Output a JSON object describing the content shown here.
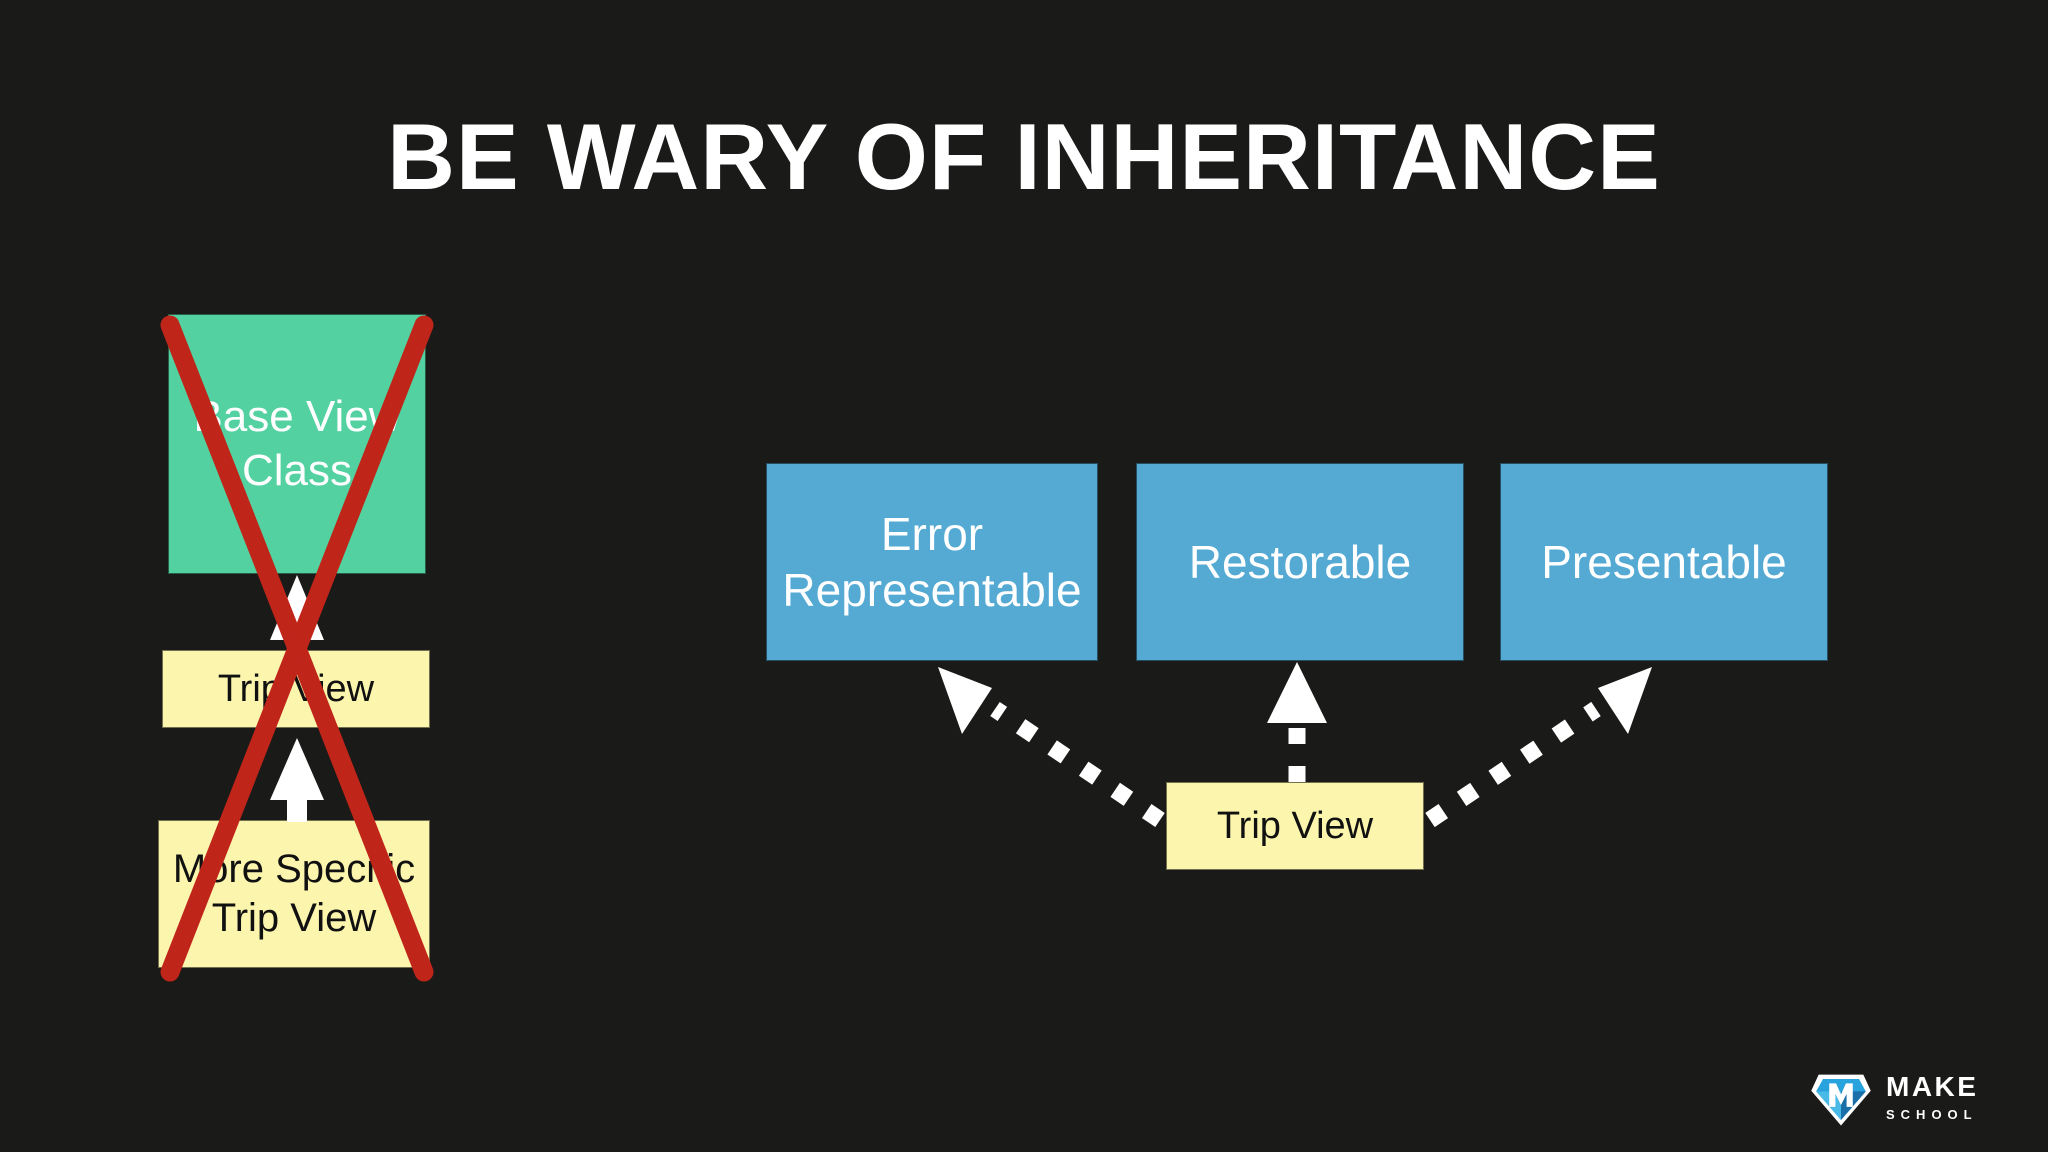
{
  "slide": {
    "title": "BE WARY OF INHERITANCE",
    "background_color": "#1a1a18"
  },
  "colors": {
    "background": "#1a1a18",
    "title_text": "#ffffff",
    "green_box": "#54d1a0",
    "yellow_box": "#fbf5ad",
    "blue_box": "#55aad4",
    "cross_out_red": "#c0251a",
    "arrow_white": "#ffffff"
  },
  "inheritance_diagram": {
    "label": "inheritance-approach-crossed-out",
    "crossed_out": true,
    "nodes": [
      {
        "id": "base-view-class",
        "label": "Base View Class",
        "color": "#54d1a0",
        "text_color": "#ffffff"
      },
      {
        "id": "trip-view",
        "label": "Trip View",
        "color": "#fbf5ad",
        "text_color": "#111111"
      },
      {
        "id": "more-specific-trip-view",
        "label": "More Specific Trip View",
        "color": "#fbf5ad",
        "text_color": "#111111"
      }
    ],
    "edges": [
      {
        "from": "trip-view",
        "to": "base-view-class",
        "style": "solid",
        "arrowhead": "triangle"
      },
      {
        "from": "more-specific-trip-view",
        "to": "trip-view",
        "style": "solid",
        "arrowhead": "triangle"
      }
    ]
  },
  "protocol_diagram": {
    "label": "protocol-composition-approach",
    "crossed_out": false,
    "protocols": [
      {
        "id": "error-representable",
        "label": "Error Representable",
        "color": "#55aad4",
        "text_color": "#ffffff"
      },
      {
        "id": "restorable",
        "label": "Restorable",
        "color": "#55aad4",
        "text_color": "#ffffff"
      },
      {
        "id": "presentable",
        "label": "Presentable",
        "color": "#55aad4",
        "text_color": "#ffffff"
      }
    ],
    "conformer": {
      "id": "trip-view",
      "label": "Trip View",
      "color": "#fbf5ad",
      "text_color": "#111111"
    },
    "edges": [
      {
        "from": "trip-view",
        "to": "error-representable",
        "style": "dashed",
        "arrowhead": "triangle"
      },
      {
        "from": "trip-view",
        "to": "restorable",
        "style": "dashed",
        "arrowhead": "triangle"
      },
      {
        "from": "trip-view",
        "to": "presentable",
        "style": "dashed",
        "arrowhead": "triangle"
      }
    ]
  },
  "logo": {
    "name": "make-school-logo",
    "primary_text": "MAKE",
    "secondary_text": "SCHOOL",
    "mark": "diamond-m-icon",
    "mark_colors": [
      "#ffffff",
      "#29a3dd",
      "#1b6fa8",
      "#7fcdf0"
    ]
  }
}
